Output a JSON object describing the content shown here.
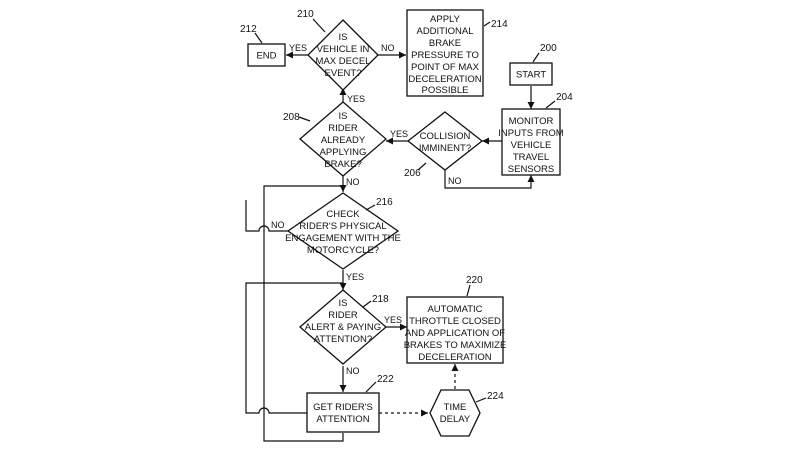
{
  "nodes": {
    "n200": {
      "ref": "200",
      "lines": [
        "START"
      ]
    },
    "n204": {
      "ref": "204",
      "lines": [
        "MONITOR",
        "INPUTS FROM",
        "VEHICLE",
        "TRAVEL",
        "SENSORS"
      ]
    },
    "n206": {
      "ref": "206",
      "lines": [
        "COLLISION",
        "IMMINENT?"
      ]
    },
    "n208": {
      "ref": "208",
      "lines": [
        "IS",
        "RIDER",
        "ALREADY",
        "APPLYING",
        "BRAKE?"
      ]
    },
    "n210": {
      "ref": "210",
      "lines": [
        "IS",
        "VEHICLE IN",
        "MAX DECEL",
        "EVENT?"
      ]
    },
    "n212": {
      "ref": "212",
      "lines": [
        "END"
      ]
    },
    "n214": {
      "ref": "214",
      "lines": [
        "APPLY",
        "ADDITIONAL",
        "BRAKE",
        "PRESSURE TO",
        "POINT OF MAX",
        "DECELERATION",
        "POSSIBLE"
      ]
    },
    "n216": {
      "ref": "216",
      "lines": [
        "CHECK",
        "RIDER'S PHYSICAL",
        "ENGAGEMENT WITH THE",
        "MOTORCYCLE?"
      ]
    },
    "n218": {
      "ref": "218",
      "lines": [
        "IS",
        "RIDER",
        "ALERT & PAYING",
        "ATTENTION?"
      ]
    },
    "n220": {
      "ref": "220",
      "lines": [
        "AUTOMATIC",
        "THROTTLE CLOSED",
        "AND APPLICATION OF",
        "BRAKES TO MAXIMIZE",
        "DECELERATION"
      ]
    },
    "n222": {
      "ref": "222",
      "lines": [
        "GET RIDER'S",
        "ATTENTION"
      ]
    },
    "n224": {
      "ref": "224",
      "lines": [
        "TIME",
        "DELAY"
      ]
    }
  },
  "edge_labels": {
    "yes_210_212": "YES",
    "no_210_214": "NO",
    "yes_208_210": "YES",
    "yes_206_208": "YES",
    "no_206_204": "NO",
    "no_208_216": "NO",
    "no_216_loop": "NO",
    "yes_216_218": "YES",
    "yes_218_220": "YES",
    "no_218_222": "NO"
  }
}
